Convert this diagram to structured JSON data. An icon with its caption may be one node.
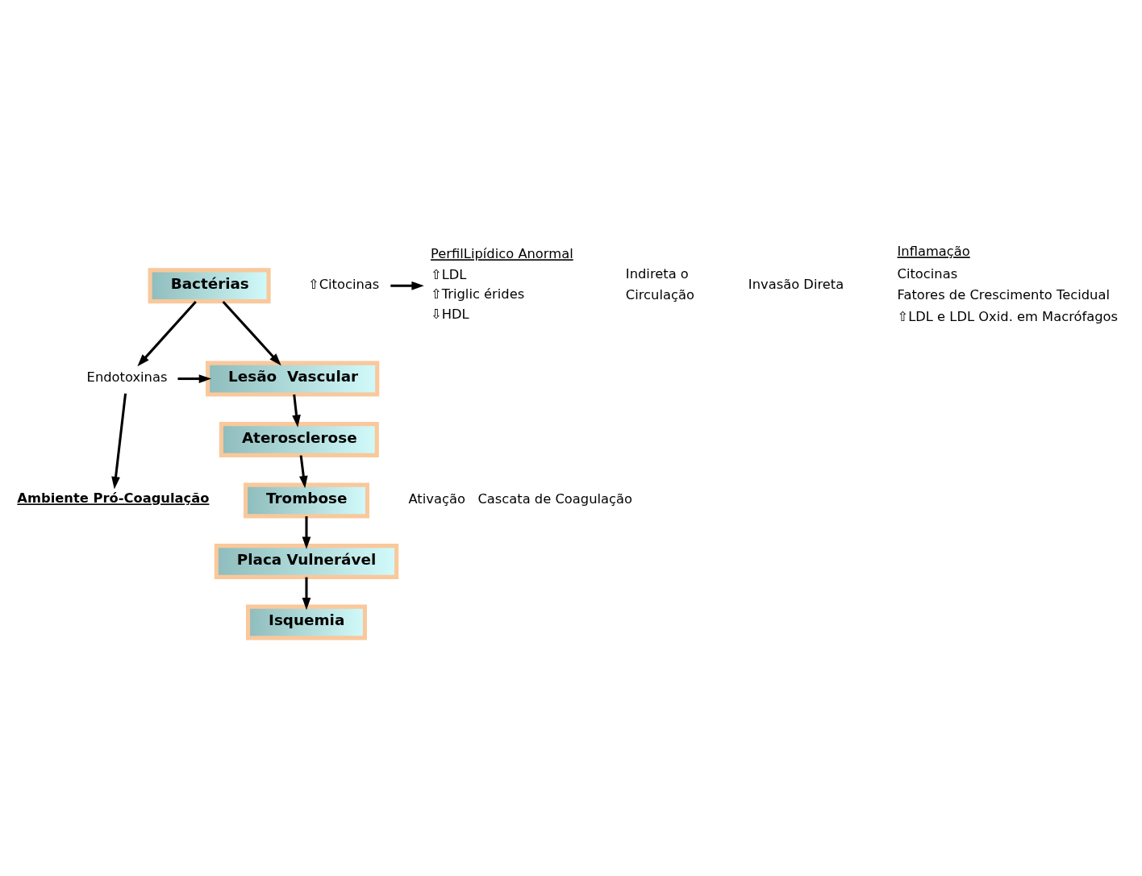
{
  "diagram": {
    "nodes": [
      {
        "text": [
          "Bactérias"
        ]
      },
      {
        "text": [
          "Lesão  Vascular"
        ]
      },
      {
        "text": [
          "Aterosclerose"
        ]
      },
      {
        "text": [
          "Trombose"
        ]
      },
      {
        "text": [
          "Placa Vulnerável"
        ]
      },
      {
        "text": [
          "Isquemia"
        ]
      },
      {
        "text": [
          "Endotoxinas"
        ]
      },
      {
        "text": [
          "⇧Citocinas"
        ]
      },
      {
        "text": [
          "PerfilLipídico Anormal",
          "⇧LDL",
          "⇧Triglic érides",
          "⇩HDL"
        ]
      },
      {
        "text": [
          "Ambiente Pró-Coagulação"
        ]
      }
    ],
    "edges": [
      {
        "from": 0,
        "to": 1,
        "arrow": "to"
      },
      {
        "from": 0,
        "to": 6,
        "arrow": "to"
      },
      {
        "from": 6,
        "to": 1,
        "arrow": "to"
      },
      {
        "from": 7,
        "to": 8,
        "arrow": "to"
      },
      {
        "from": 1,
        "to": 2,
        "arrow": "to"
      },
      {
        "from": 2,
        "to": 3,
        "arrow": "to"
      },
      {
        "from": 3,
        "to": 4,
        "arrow": "to"
      },
      {
        "from": 4,
        "to": 5,
        "arrow": "to"
      },
      {
        "from": 6,
        "to": 9,
        "arrow": "to"
      }
    ],
    "labels": [
      "Indireta o",
      "Circulação",
      "Invasão Direta",
      "Inflamação",
      "Citocinas",
      "Fatores de Crescimento Tecidual",
      "⇧LDL e LDL Oxid. em Macrófagos",
      "Ativação   Cascata de Coagulação"
    ]
  }
}
